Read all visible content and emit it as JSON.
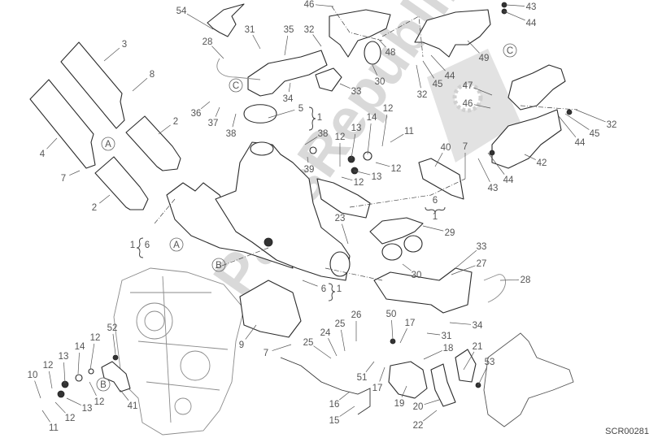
{
  "diagram": {
    "drawing_code": "SCR00281",
    "watermark": "PartsRepublik",
    "callouts": [
      "54",
      "46",
      "43",
      "44",
      "31",
      "35",
      "32",
      "48",
      "49",
      "3",
      "8",
      "28",
      "C",
      "34",
      "33",
      "30",
      "32",
      "45",
      "44",
      "47",
      "46",
      "C",
      "36",
      "37",
      "38",
      "5",
      "1",
      "38",
      "12",
      "14",
      "13",
      "12",
      "11",
      "39",
      "12",
      "13",
      "12",
      "2",
      "4",
      "A",
      "7",
      "2",
      "40",
      "7",
      "32",
      "45",
      "44",
      "42",
      "44",
      "43",
      "6",
      "1",
      "23",
      "29",
      "1",
      "6",
      "A",
      "B",
      "33",
      "27",
      "28",
      "30",
      "6",
      "1",
      "9",
      "7",
      "26",
      "25",
      "24",
      "25",
      "50",
      "17",
      "34",
      "31",
      "18",
      "21",
      "53",
      "51",
      "17",
      "16",
      "15",
      "19",
      "20",
      "22",
      "52",
      "12",
      "14",
      "13",
      "12",
      "10",
      "12",
      "13",
      "12",
      "11",
      "41",
      "B"
    ],
    "reference_markers": [
      "A",
      "B",
      "C"
    ],
    "colors": {
      "line": "#2b2b2b",
      "label": "#555555",
      "watermark": "#d9d9d9"
    }
  }
}
